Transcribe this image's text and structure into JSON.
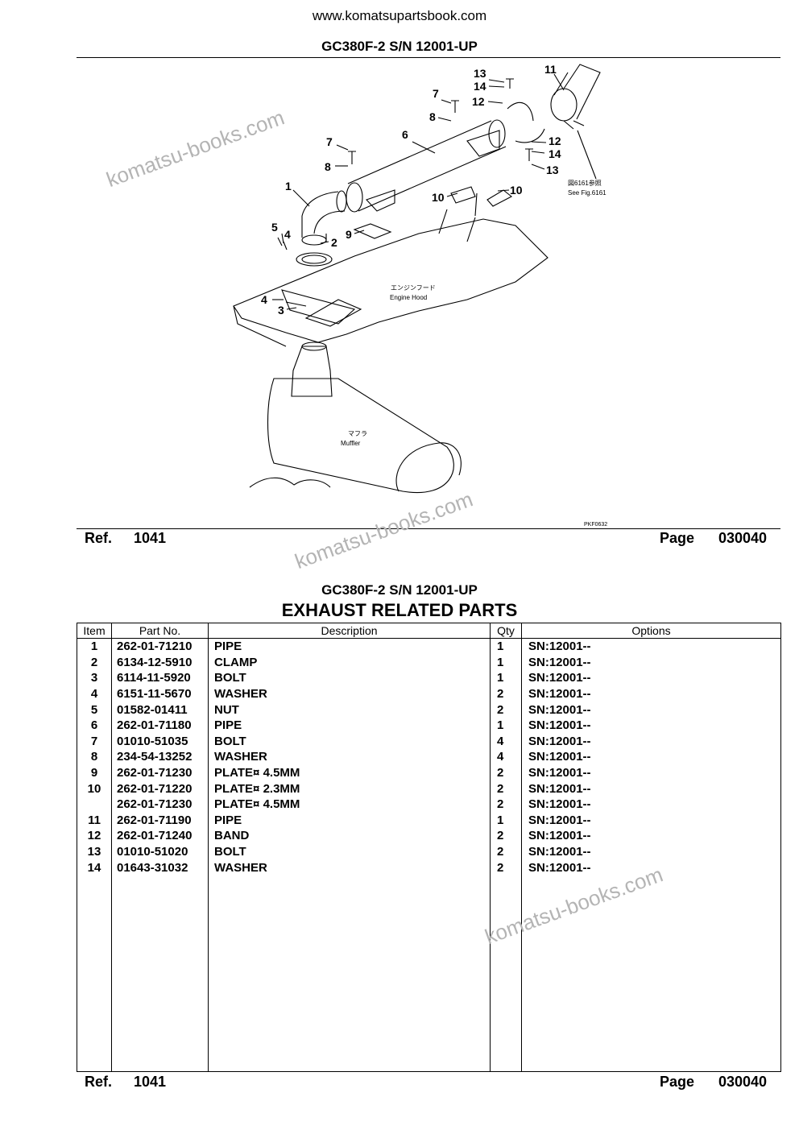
{
  "header": {
    "site": "www.komatsupartsbook.com",
    "title": "GC380F-2 S/N 12001-UP"
  },
  "diagram": {
    "callouts": [
      "1",
      "2",
      "3",
      "4",
      "4",
      "5",
      "6",
      "7",
      "7",
      "8",
      "8",
      "9",
      "10",
      "10",
      "11",
      "12",
      "12",
      "13",
      "13",
      "14",
      "14"
    ],
    "notes": {
      "see_fig": "See Fig.6161",
      "see_fig_jp": "図6161参照",
      "engine_hood": "Engine Hood",
      "engine_hood_jp": "エンジンフード",
      "muffler": "Muffler",
      "muffler_jp": "マフラ",
      "code": "PKF0632"
    }
  },
  "watermark": "komatsu-books.com",
  "footer1": {
    "ref_label": "Ref.",
    "ref_value": "1041",
    "page_label": "Page",
    "page_value": "030040"
  },
  "parts_section": {
    "title": "GC380F-2 S/N 12001-UP",
    "heading": "EXHAUST RELATED PARTS",
    "columns": [
      "Item",
      "Part No.",
      "Description",
      "Qty",
      "Options"
    ],
    "rows": [
      {
        "item": "1",
        "part": "262-01-71210",
        "desc": "PIPE",
        "qty": "1",
        "opt": "SN:12001--"
      },
      {
        "item": "2",
        "part": "6134-12-5910",
        "desc": "CLAMP",
        "qty": "1",
        "opt": "SN:12001--"
      },
      {
        "item": "3",
        "part": "6114-11-5920",
        "desc": "BOLT",
        "qty": "1",
        "opt": "SN:12001--"
      },
      {
        "item": "4",
        "part": "6151-11-5670",
        "desc": "WASHER",
        "qty": "2",
        "opt": "SN:12001--"
      },
      {
        "item": "5",
        "part": "01582-01411",
        "desc": "NUT",
        "qty": "2",
        "opt": "SN:12001--"
      },
      {
        "item": "6",
        "part": "262-01-71180",
        "desc": "PIPE",
        "qty": "1",
        "opt": "SN:12001--"
      },
      {
        "item": "7",
        "part": "01010-51035",
        "desc": "BOLT",
        "qty": "4",
        "opt": "SN:12001--"
      },
      {
        "item": "8",
        "part": "234-54-13252",
        "desc": "WASHER",
        "qty": "4",
        "opt": "SN:12001--"
      },
      {
        "item": "9",
        "part": "262-01-71230",
        "desc": "PLATE¤ 4.5MM",
        "qty": "2",
        "opt": "SN:12001--"
      },
      {
        "item": "10",
        "part": "262-01-71220",
        "desc": "PLATE¤ 2.3MM",
        "qty": "2",
        "opt": "SN:12001--"
      },
      {
        "item": "",
        "part": "262-01-71230",
        "desc": "PLATE¤ 4.5MM",
        "qty": "2",
        "opt": "SN:12001--"
      },
      {
        "item": "11",
        "part": "262-01-71190",
        "desc": "PIPE",
        "qty": "1",
        "opt": "SN:12001--"
      },
      {
        "item": "12",
        "part": "262-01-71240",
        "desc": "BAND",
        "qty": "2",
        "opt": "SN:12001--"
      },
      {
        "item": "13",
        "part": "01010-51020",
        "desc": "BOLT",
        "qty": "2",
        "opt": "SN:12001--"
      },
      {
        "item": "14",
        "part": "01643-31032",
        "desc": "WASHER",
        "qty": "2",
        "opt": "SN:12001--"
      }
    ]
  },
  "footer2": {
    "ref_label": "Ref.",
    "ref_value": "1041",
    "page_label": "Page",
    "page_value": "030040"
  }
}
